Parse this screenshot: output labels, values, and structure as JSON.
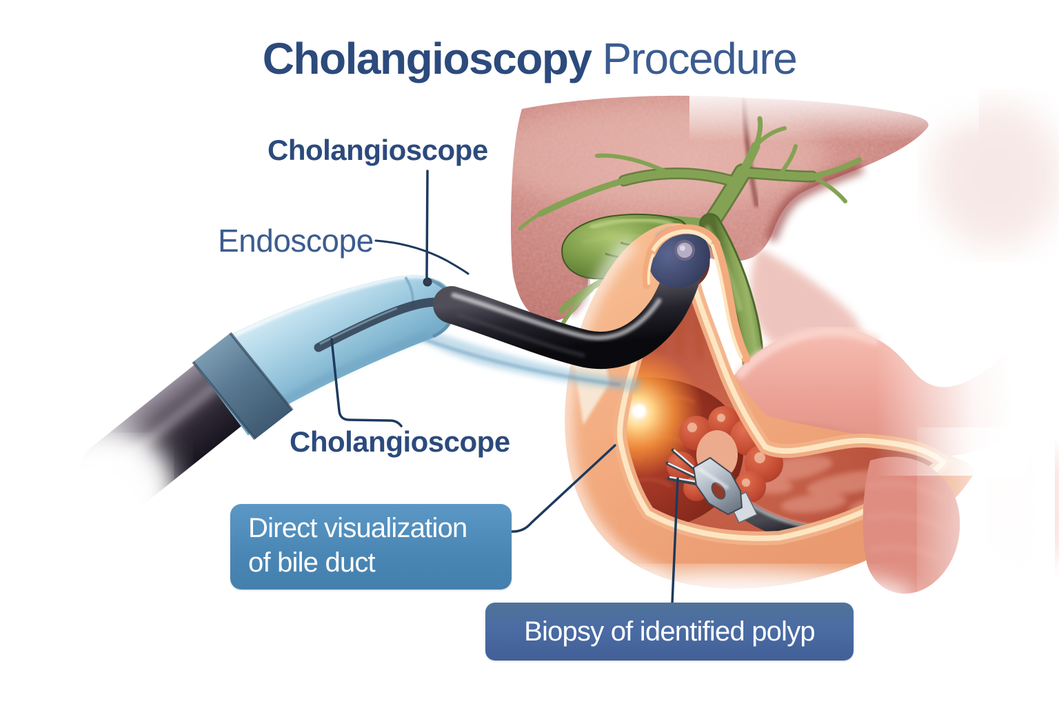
{
  "title": {
    "emphasis": "Cholangioscopy",
    "rest": "Procedure"
  },
  "labels": {
    "cholangioscope_top": "Cholangioscope",
    "endoscope": "Endoscope",
    "cholangioscope_bottom": "Cholangioscope"
  },
  "callouts": {
    "direct_visualization": {
      "line1": "Direct visualization",
      "line2": "of bile duct"
    },
    "biopsy": {
      "text": "Biopsy of identified polyp"
    }
  },
  "colors": {
    "background": "#ffffff",
    "title_emphasis": "#2c4a7c",
    "title_rest": "#3c5c90",
    "label_text": "#2c4a7c",
    "leader_line": "#1d3a5e",
    "direct_visualization_box": "#4a86b4",
    "biopsy_box": "#4a6ca4",
    "callout_text": "#ffffff",
    "liver": "#c87f79",
    "gallbladder": "#7c9c49",
    "bile_duct_tree": "#84a254",
    "duct_wall": "#f4ae83",
    "duct_cut_rim": "#fde6c2",
    "duct_interior": "#b44f3c",
    "inflamed_mass": "#9c3424",
    "illumination_glow": "#ff9e3f",
    "polyp": "#c34a32",
    "forceps_metal": "#c3cbd4",
    "scope_shaft": "#23222b",
    "scope_tip": "#3f486b",
    "endoscope_sheath": "#abd3e6",
    "endoscope_collar": "#5a7b93",
    "insertion_tube": "#2c2733",
    "duodenum": "#f0aa9e"
  }
}
